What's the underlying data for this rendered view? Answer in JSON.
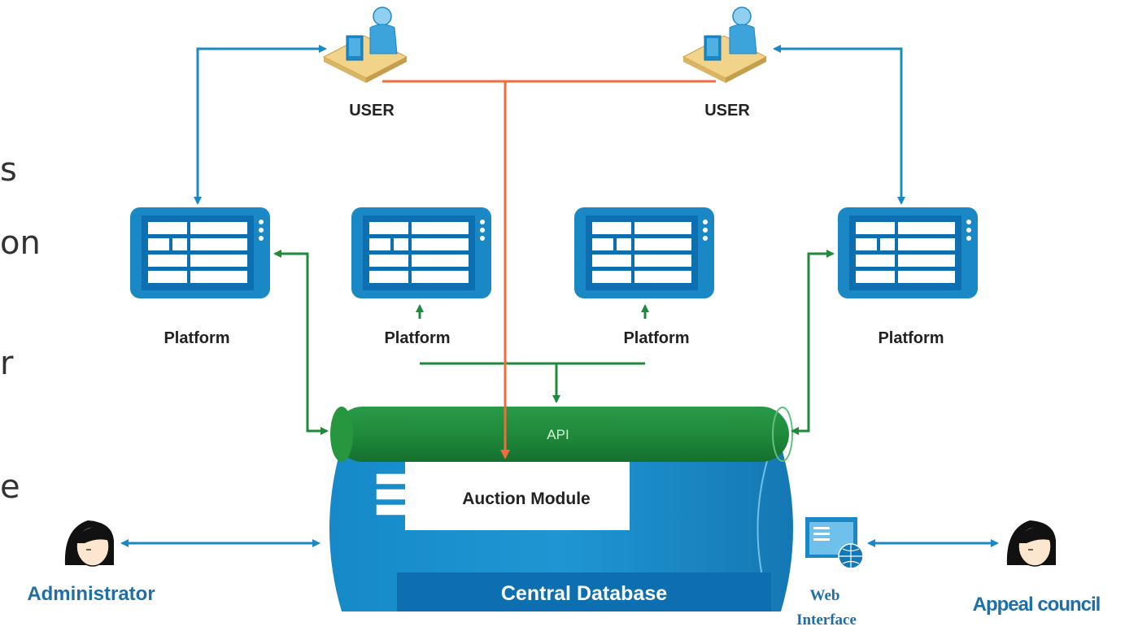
{
  "slide_fragments": [
    "s",
    "on",
    "r",
    "e"
  ],
  "users": [
    {
      "label": "USER"
    },
    {
      "label": "USER"
    }
  ],
  "platforms": [
    {
      "label": "Platform"
    },
    {
      "label": "Platform"
    },
    {
      "label": "Platform"
    },
    {
      "label": "Platform"
    }
  ],
  "api": {
    "label": "API"
  },
  "auction_module": {
    "label": "Auction Module"
  },
  "central_database": {
    "label": "Central Database"
  },
  "administrator": {
    "label": "Administrator"
  },
  "web_interface": {
    "line1": "Web",
    "line2": "Interface"
  },
  "appeal_council": {
    "label": "Appeal council"
  },
  "colors": {
    "blue": "#1b88c6",
    "dark_blue": "#0d6fb0",
    "green": "#1f8a3b",
    "orange": "#f26b3a",
    "label_blue": "#1e6fa8"
  }
}
